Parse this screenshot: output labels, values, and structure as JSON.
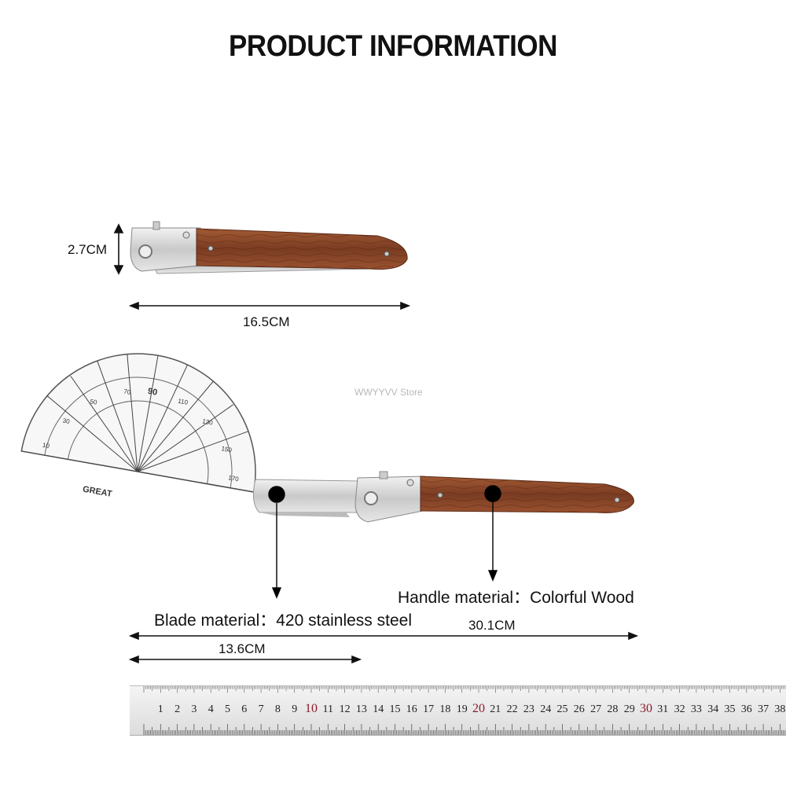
{
  "title": "PRODUCT INFORMATION",
  "dimensions": {
    "width": "2.7CM",
    "closed_length": "16.5CM",
    "open_length": "30.1CM",
    "handle_length": "13.6CM"
  },
  "materials": {
    "handle": "Handle material：Colorful Wood",
    "blade": "Blade material：420 stainless steel"
  },
  "watermark": "WWYYVV Store",
  "protractor_brand": "GREAT",
  "colors": {
    "wood": "#8a4a2c",
    "steel": "#d8d8d8",
    "ruler_highlight": "#8a1a2a"
  },
  "ruler": {
    "numbers": [
      "1",
      "2",
      "3",
      "4",
      "5",
      "6",
      "7",
      "8",
      "9",
      "10",
      "11",
      "12",
      "13",
      "14",
      "15",
      "16",
      "17",
      "18",
      "19",
      "20",
      "21",
      "22",
      "23",
      "24",
      "25",
      "26",
      "27",
      "28",
      "29",
      "30",
      "31",
      "32",
      "33",
      "34",
      "35",
      "36",
      "37",
      "38",
      "3"
    ],
    "highlighted": [
      "10",
      "20",
      "30"
    ]
  }
}
